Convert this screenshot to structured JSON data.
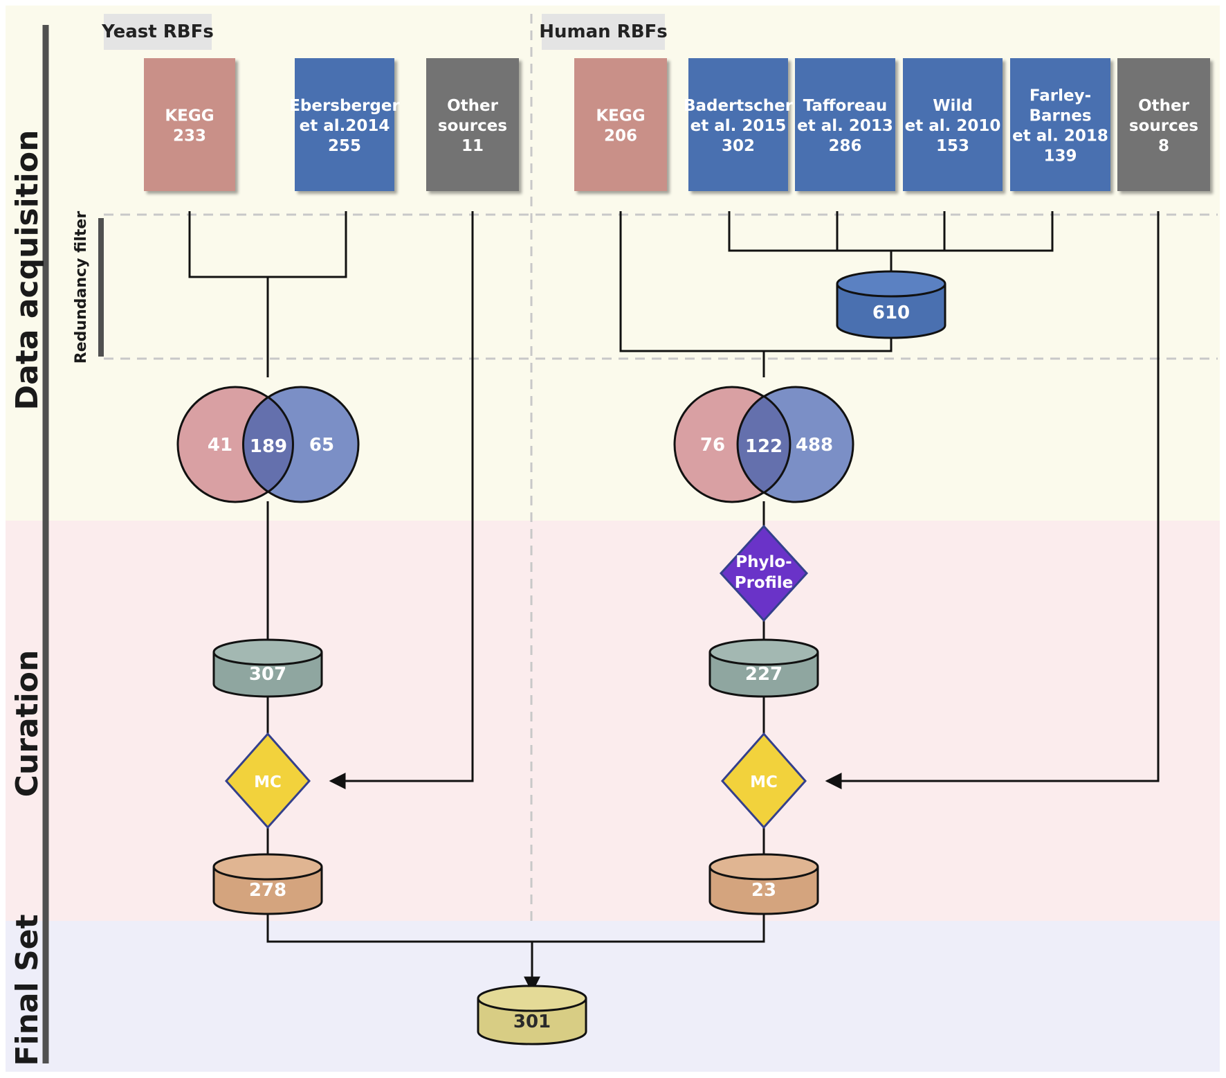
{
  "stages": {
    "data_acquisition": "Data acquisition",
    "curation": "Curation",
    "final_set": "Final Set",
    "redundancy_filter": "Redundancy filter"
  },
  "headers": {
    "yeast": "Yeast RBFs",
    "human": "Human RBFs"
  },
  "yeast_sources": [
    {
      "lines": [
        "KEGG",
        "233"
      ],
      "color": "#c99088"
    },
    {
      "lines": [
        "Ebersberger",
        "et al.2014",
        "255"
      ],
      "color": "#4a70b0"
    },
    {
      "lines": [
        "Other",
        "sources",
        "11"
      ],
      "color": "#737373"
    }
  ],
  "human_sources": [
    {
      "lines": [
        "KEGG",
        "206"
      ],
      "color": "#c99088"
    },
    {
      "lines": [
        "Badertscher",
        "et al. 2015",
        "302"
      ],
      "color": "#4a70b0"
    },
    {
      "lines": [
        "Tafforeau",
        "et al. 2013",
        "286"
      ],
      "color": "#4a70b0"
    },
    {
      "lines": [
        "Wild",
        "et al. 2010",
        "153"
      ],
      "color": "#4a70b0"
    },
    {
      "lines": [
        "Farley-",
        "Barnes",
        "et al. 2018",
        "139"
      ],
      "color": "#4a70b0"
    },
    {
      "lines": [
        "Other",
        "sources",
        "8"
      ],
      "color": "#737373"
    }
  ],
  "human_merge_db": "610",
  "yeast_venn": {
    "left": "41",
    "overlap": "189",
    "right": "65"
  },
  "human_venn": {
    "left": "76",
    "overlap": "122",
    "right": "488"
  },
  "phyloprofile": [
    "Phylo-",
    "Profile"
  ],
  "yeast_curated_db": "307",
  "human_curated_db": "227",
  "mc_label": "MC",
  "yeast_mc_db": "278",
  "human_mc_db": "23",
  "final_db": "301",
  "colors": {
    "acquisition_bg": "#fbfaec",
    "curation_bg": "#fbeced",
    "final_bg": "#eeeef9",
    "kegg": "#c99088",
    "study": "#4a70b0",
    "other": "#737373",
    "venn_left": "#d9a0a3",
    "venn_right": "#7b8fc6",
    "venn_overlap": "#6470ad",
    "merge_db": "#4a70b0",
    "curated_db": "#8fa6a0",
    "mc_db": "#d4a47e",
    "final_db": "#d8cd84",
    "mc_diamond": "#f2d23c",
    "phylo_diamond": "#6a33c8"
  }
}
